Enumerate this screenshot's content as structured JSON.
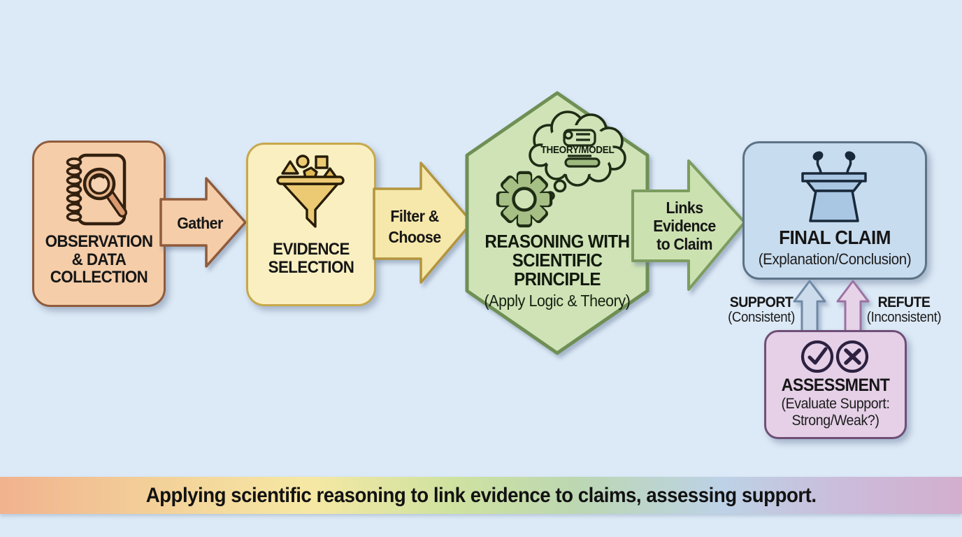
{
  "canvas": {
    "background": "#dce9f6"
  },
  "banner": {
    "text": "Applying scientific reasoning to link evidence to claims, assessing support.",
    "gradient": [
      "#f1b28e",
      "#f6e8a4",
      "#cfe2a0",
      "#bdd2e6",
      "#d3aecd"
    ]
  },
  "stages": [
    {
      "name": "observation-data-collection",
      "title": "OBSERVATION\n& DATA\nCOLLECTION",
      "icon": "notebook-magnifier-icon",
      "fill": "#f5cda9",
      "border": "#8f5b3b"
    },
    {
      "name": "evidence-selection",
      "title": "EVIDENCE\nSELECTION",
      "icon": "funnel-icon",
      "fill": "#faefc1",
      "border": "#c7a84b"
    },
    {
      "name": "reasoning-with-scientific-principle",
      "title": "REASONING WITH\nSCIENTIFIC\nPRINCIPLE",
      "subtitle": "(Apply Logic & Theory)",
      "thought_label": "THEORY/MODEL",
      "icon": "gear-thought-bubble-icon",
      "fill": "#cfe3b7",
      "border": "#6f8f55"
    },
    {
      "name": "final-claim",
      "title": "FINAL CLAIM",
      "subtitle": "(Explanation/Conclusion)",
      "icon": "podium-icon",
      "fill": "#c8dcef",
      "border": "#5c7386"
    },
    {
      "name": "assessment",
      "title": "ASSESSMENT",
      "subtitle": "(Evaluate Support:\nStrong/Weak?)",
      "icon": "check-and-cross-icon",
      "fill": "#e5d0e7",
      "border": "#6f4f77"
    }
  ],
  "connectors": [
    {
      "name": "gather-arrow",
      "label": "Gather",
      "fill": "#f5cda9",
      "border": "#8f5b3b"
    },
    {
      "name": "filter-choose-arrow",
      "label": "Filter &\nChoose",
      "fill": "#f6e8aa",
      "border": "#b3953e"
    },
    {
      "name": "links-evidence-arrow",
      "label": "Links\nEvidence\nto Claim",
      "fill": "#cce1b0",
      "border": "#7d9c60"
    },
    {
      "name": "support-arrow",
      "label": "SUPPORT",
      "sublabel": "(Consistent)",
      "fill": "#ccdbeb",
      "border": "#7089a6"
    },
    {
      "name": "refute-arrow",
      "label": "REFUTE",
      "sublabel": "(Inconsistent)",
      "fill": "#e7d3e8",
      "border": "#9c72a2"
    }
  ]
}
